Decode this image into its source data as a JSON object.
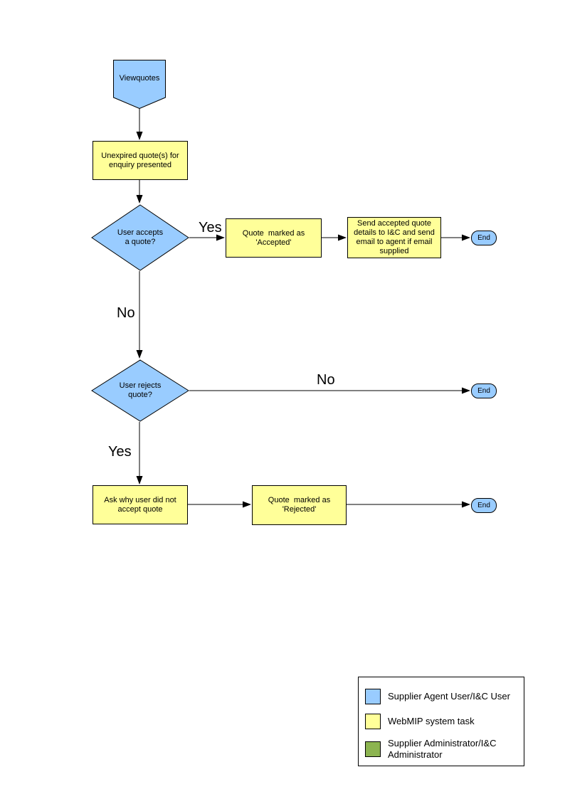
{
  "colors": {
    "user_task_fill": "#99CCFF",
    "system_task_fill": "#FFFF99",
    "admin_task_fill": "#8CB450",
    "stroke": "#000000",
    "background": "#FFFFFF"
  },
  "flowchart": {
    "nodes": {
      "start": {
        "label": "Viewquotes",
        "type": "start"
      },
      "unexpired": {
        "label": "Unexpired quote(s) for\nenquiry presented",
        "type": "process"
      },
      "accept_decision": {
        "label": "User accepts\na quote?",
        "type": "decision"
      },
      "marked_accepted": {
        "label": "Quote  marked as\n'Accepted'",
        "type": "process"
      },
      "send_details": {
        "label": "Send accepted quote\ndetails to I&C and send\nemail to agent if email\nsupplied",
        "type": "process"
      },
      "end_accepted": {
        "label": "End",
        "type": "terminator"
      },
      "reject_decision": {
        "label": "User rejects\nquote?",
        "type": "decision"
      },
      "end_not_rejected": {
        "label": "End",
        "type": "terminator"
      },
      "ask_why": {
        "label": "Ask why user did not\naccept quote",
        "type": "process"
      },
      "marked_rejected": {
        "label": "Quote  marked as\n'Rejected'",
        "type": "process"
      },
      "end_rejected": {
        "label": "End",
        "type": "terminator"
      }
    },
    "edge_labels": {
      "accept_yes": "Yes",
      "accept_no": "No",
      "reject_no": "No",
      "reject_yes": "Yes"
    }
  },
  "legend": {
    "items": [
      {
        "label": "Supplier Agent User/I&C User",
        "color": "#99CCFF"
      },
      {
        "label": "WebMIP system task",
        "color": "#FFFF99"
      },
      {
        "label": "Supplier Administrator/I&C Administrator",
        "color": "#8CB450"
      }
    ]
  }
}
